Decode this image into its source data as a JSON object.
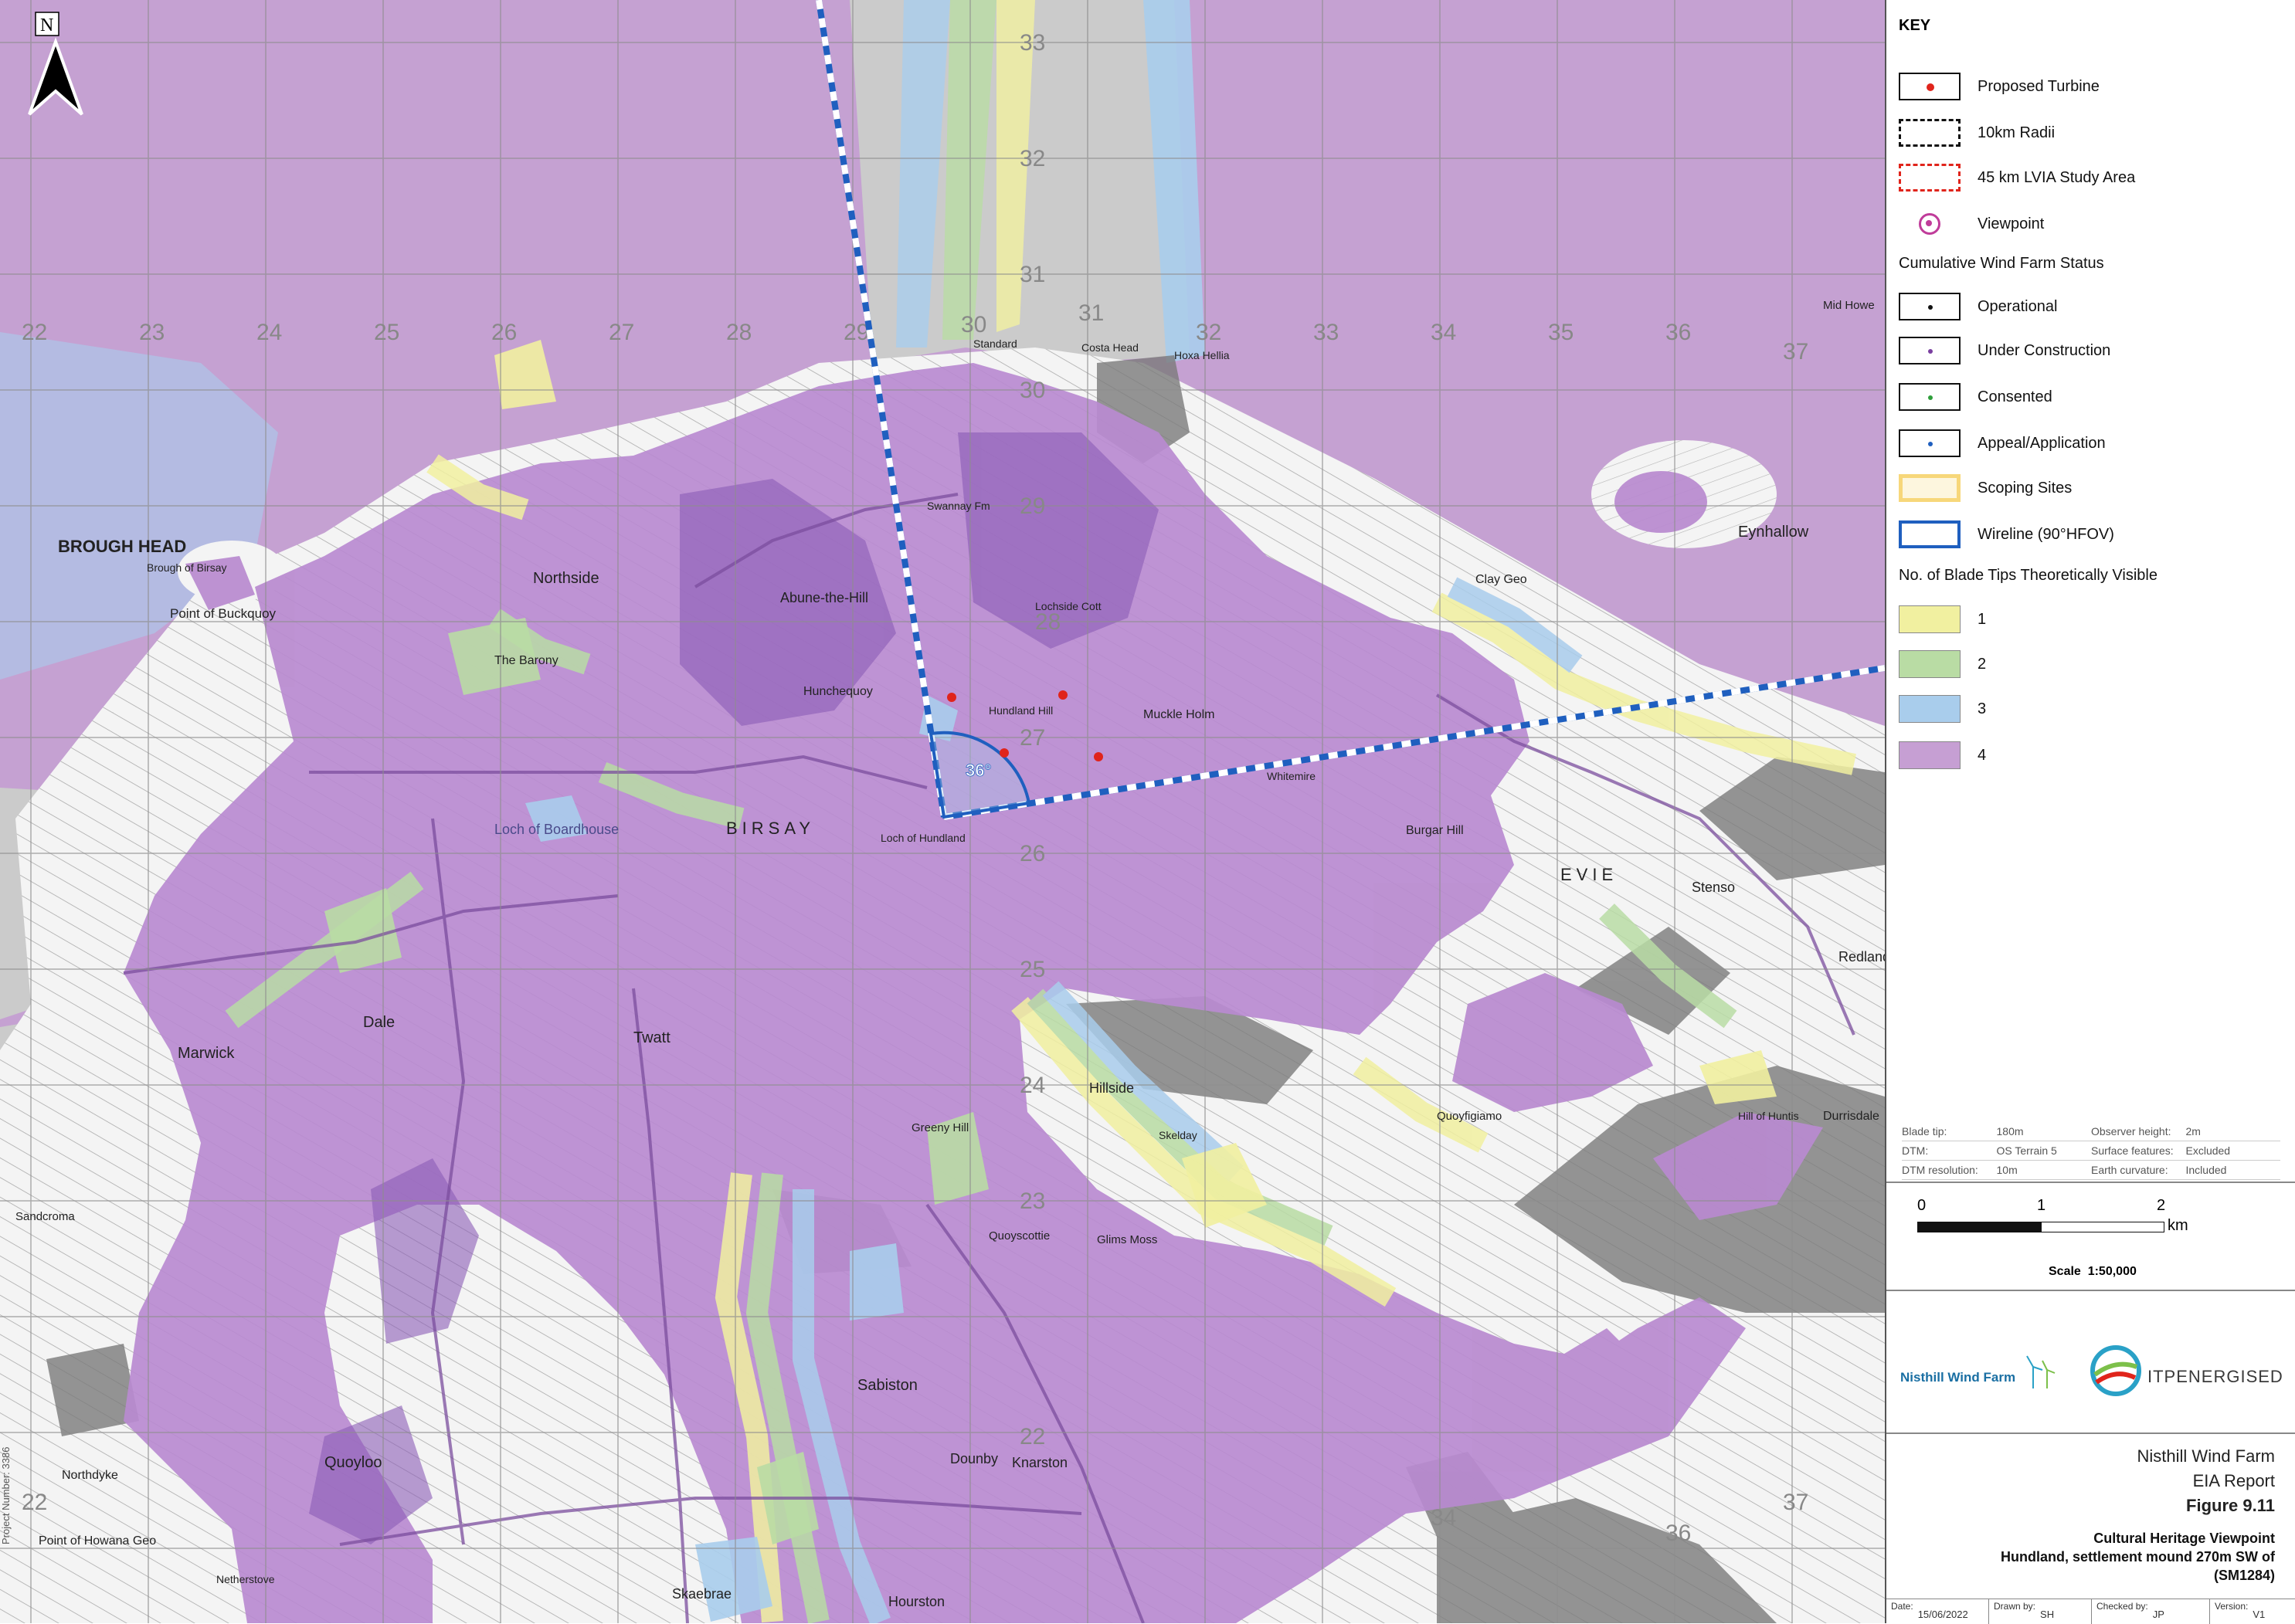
{
  "north_arrow": {
    "letter": "N"
  },
  "key": {
    "title": "KEY",
    "items": [
      {
        "label": "Proposed Turbine",
        "symbol": "dot",
        "color": "#e0241b"
      },
      {
        "label": "10km Radii",
        "symbol": "dashed-box",
        "color": "#111111"
      },
      {
        "label": "45 km LVIA Study Area",
        "symbol": "dashed-box",
        "color": "#e0241b"
      },
      {
        "label": "Viewpoint",
        "symbol": "circle",
        "color": "#c03c9a"
      }
    ],
    "cumulative_heading": "Cumulative Wind Farm Status",
    "cumulative": [
      {
        "label": "Operational",
        "dot": "#111111"
      },
      {
        "label": "Under Construction",
        "dot": "#7a3fa0"
      },
      {
        "label": "Consented",
        "dot": "#2e9e3a"
      },
      {
        "label": "Appeal/Application",
        "dot": "#1f5fbf"
      }
    ],
    "scoping": {
      "label": "Scoping Sites",
      "color": "#f7d77a"
    },
    "wireline": {
      "label": "Wireline (90°HFOV)",
      "color": "#1f5fbf"
    },
    "zvi_heading": "No. of Blade Tips Theoretically Visible",
    "zvi": [
      {
        "label": "1",
        "color": "#f1f0a0"
      },
      {
        "label": "2",
        "color": "#b9dca4"
      },
      {
        "label": "3",
        "color": "#a9cdec"
      },
      {
        "label": "4",
        "color": "#c69fd3"
      }
    ]
  },
  "parameters": [
    {
      "k1": "Blade tip:",
      "v1": "180m",
      "k2": "Observer height:",
      "v2": "2m"
    },
    {
      "k1": "DTM:",
      "v1": "OS Terrain 5",
      "k2": "Surface features:",
      "v2": "Excluded"
    },
    {
      "k1": "DTM resolution:",
      "v1": "10m",
      "k2": "Earth curvature:",
      "v2": "Included"
    }
  ],
  "scale": {
    "ticks": [
      "0",
      "1",
      "2"
    ],
    "unit": "km",
    "label": "Scale  1:50,000"
  },
  "logos": {
    "left": "Nisthill Wind Farm",
    "right": "ITPENERGISED"
  },
  "title_block": {
    "project": "Nisthill Wind Farm",
    "report": "EIA Report",
    "figure": "Figure 9.11",
    "subtitle1": "Cultural Heritage Viewpoint",
    "subtitle2": "Hundland, settlement mound 270m SW of",
    "subtitle3": "(SM1284)"
  },
  "footer": {
    "date_label": "Date:",
    "date": "15/06/2022",
    "drawn_label": "Drawn by:",
    "drawn": "SH",
    "checked_label": "Checked by:",
    "checked": "JP",
    "version_label": "Version:",
    "version": "V1"
  },
  "side_label": "Project Number: 3386",
  "viewpoint_angle": "36°",
  "grid_eastings_top": [
    "22",
    "23",
    "24",
    "25",
    "26",
    "27",
    "28",
    "29",
    "30",
    "31",
    "32",
    "33",
    "34",
    "35",
    "36",
    "37"
  ],
  "grid_eastings_bottom": [
    "22",
    "34",
    "36",
    "37"
  ],
  "grid_northings": [
    "33",
    "32",
    "31",
    "30",
    "29",
    "28",
    "27",
    "26",
    "25",
    "24",
    "23",
    "22"
  ],
  "place_names": [
    {
      "name": "BROUGH HEAD",
      "bold": true
    },
    {
      "name": "Brough of Birsay"
    },
    {
      "name": "Point of Buckquoy"
    },
    {
      "name": "Northside"
    },
    {
      "name": "The Barony"
    },
    {
      "name": "Abune-the-Hill"
    },
    {
      "name": "BIRSAY",
      "bold": true
    },
    {
      "name": "Loch of Boardhouse"
    },
    {
      "name": "Hunchequoy"
    },
    {
      "name": "Hundland Hill"
    },
    {
      "name": "Loch of Hundland"
    },
    {
      "name": "Muckle Holm"
    },
    {
      "name": "Costa Head"
    },
    {
      "name": "Swannay Fm"
    },
    {
      "name": "Lochside Cott"
    },
    {
      "name": "Mid Howe"
    },
    {
      "name": "Eynhallow"
    },
    {
      "name": "EVIE",
      "bold": true
    },
    {
      "name": "Twatt"
    },
    {
      "name": "Marwick"
    },
    {
      "name": "Dale"
    },
    {
      "name": "Hillside"
    },
    {
      "name": "Skelday"
    },
    {
      "name": "Greeny Hill"
    },
    {
      "name": "Glims Moss"
    },
    {
      "name": "Quoyscottie"
    },
    {
      "name": "Sabiston"
    },
    {
      "name": "Dounby"
    },
    {
      "name": "Knarston"
    },
    {
      "name": "Quoyloo"
    },
    {
      "name": "Northdyke"
    },
    {
      "name": "Point of Howana Geo"
    },
    {
      "name": "Skaebrae"
    },
    {
      "name": "Hourston"
    },
    {
      "name": "Netherstove"
    },
    {
      "name": "Stenso"
    },
    {
      "name": "Redland"
    },
    {
      "name": "Durrisdale"
    },
    {
      "name": "Burgar Hill"
    },
    {
      "name": "Whitemire"
    },
    {
      "name": "Standard"
    },
    {
      "name": "Hoxa Hellia"
    },
    {
      "name": "Clay Geo"
    },
    {
      "name": "Quoyfigiamo"
    },
    {
      "name": "Hill of Huntis"
    },
    {
      "name": "Sandcroma"
    },
    {
      "name": "Point of Buckquoy"
    }
  ]
}
